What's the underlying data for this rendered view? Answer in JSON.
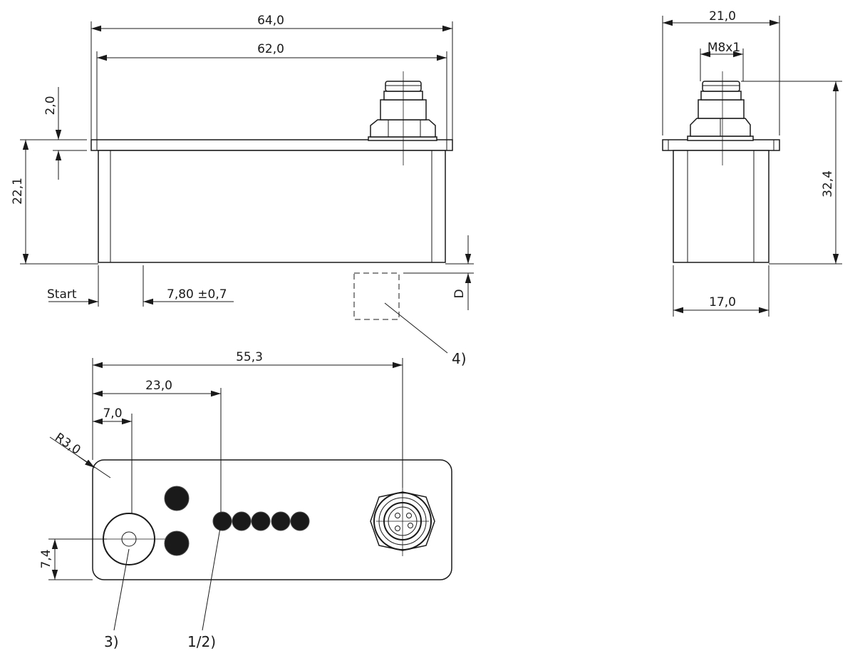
{
  "dimensions": {
    "front_overall_width": "64,0",
    "front_inner_width": "62,0",
    "flange_thickness": "2,0",
    "body_height": "22,1",
    "start_label": "Start",
    "start_offset": "7,80 ±0,7",
    "distance_label": "D",
    "side_overall_width": "21,0",
    "thread": "M8x1",
    "side_total_height": "32,4",
    "side_body_width": "17,0",
    "connector_position": "55,3",
    "led_position": "23,0",
    "lens_position": "7,0",
    "corner_radius": "R3,0",
    "lens_height": "7,4"
  },
  "callouts": {
    "target": "4)",
    "lens": "3)",
    "leds": "1/2)"
  }
}
